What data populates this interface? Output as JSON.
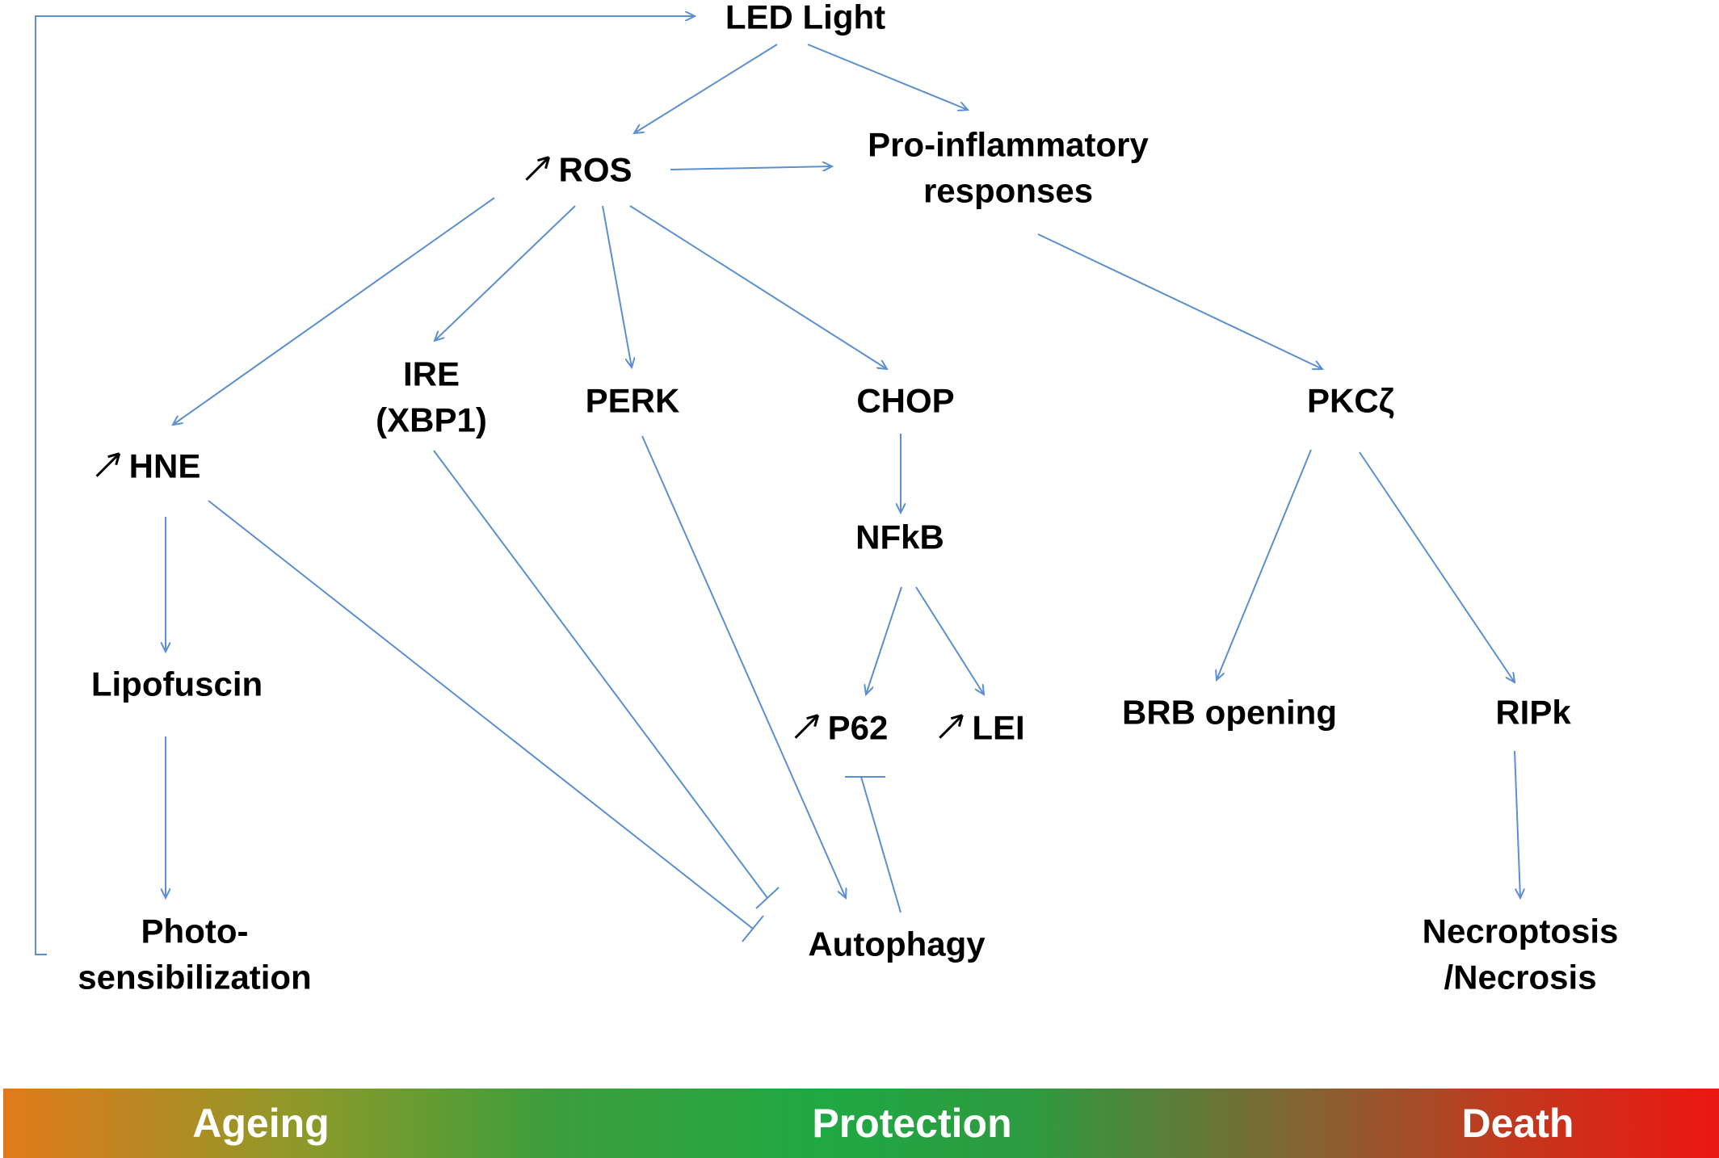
{
  "nodes": {
    "led_light": "LED Light",
    "ros": "ROS",
    "pro_inflammatory_line1": "Pro-inflammatory",
    "pro_inflammatory_line2": "responses",
    "hne": "HNE",
    "ire_line1": "IRE",
    "ire_line2": "(XBP1)",
    "perk": "PERK",
    "chop": "CHOP",
    "pkc": "PKCζ",
    "nfkb": "NFkB",
    "lipofuscin": "Lipofuscin",
    "p62": "P62",
    "lei": "LEI",
    "brb": "BRB opening",
    "ripk": "RIPk",
    "photo_line1": "Photo-",
    "photo_line2": "sensibilization",
    "autophagy": "Autophagy",
    "necro_line1": "Necroptosis",
    "necro_line2": "/Necrosis"
  },
  "bar": {
    "ageing": "Ageing",
    "protection": "Protection",
    "death": "Death"
  },
  "colors": {
    "connector": "#5b8fcf",
    "bar_start": "#e27a1b",
    "bar_mid": "#1fa843",
    "bar_end": "#ec1712"
  }
}
